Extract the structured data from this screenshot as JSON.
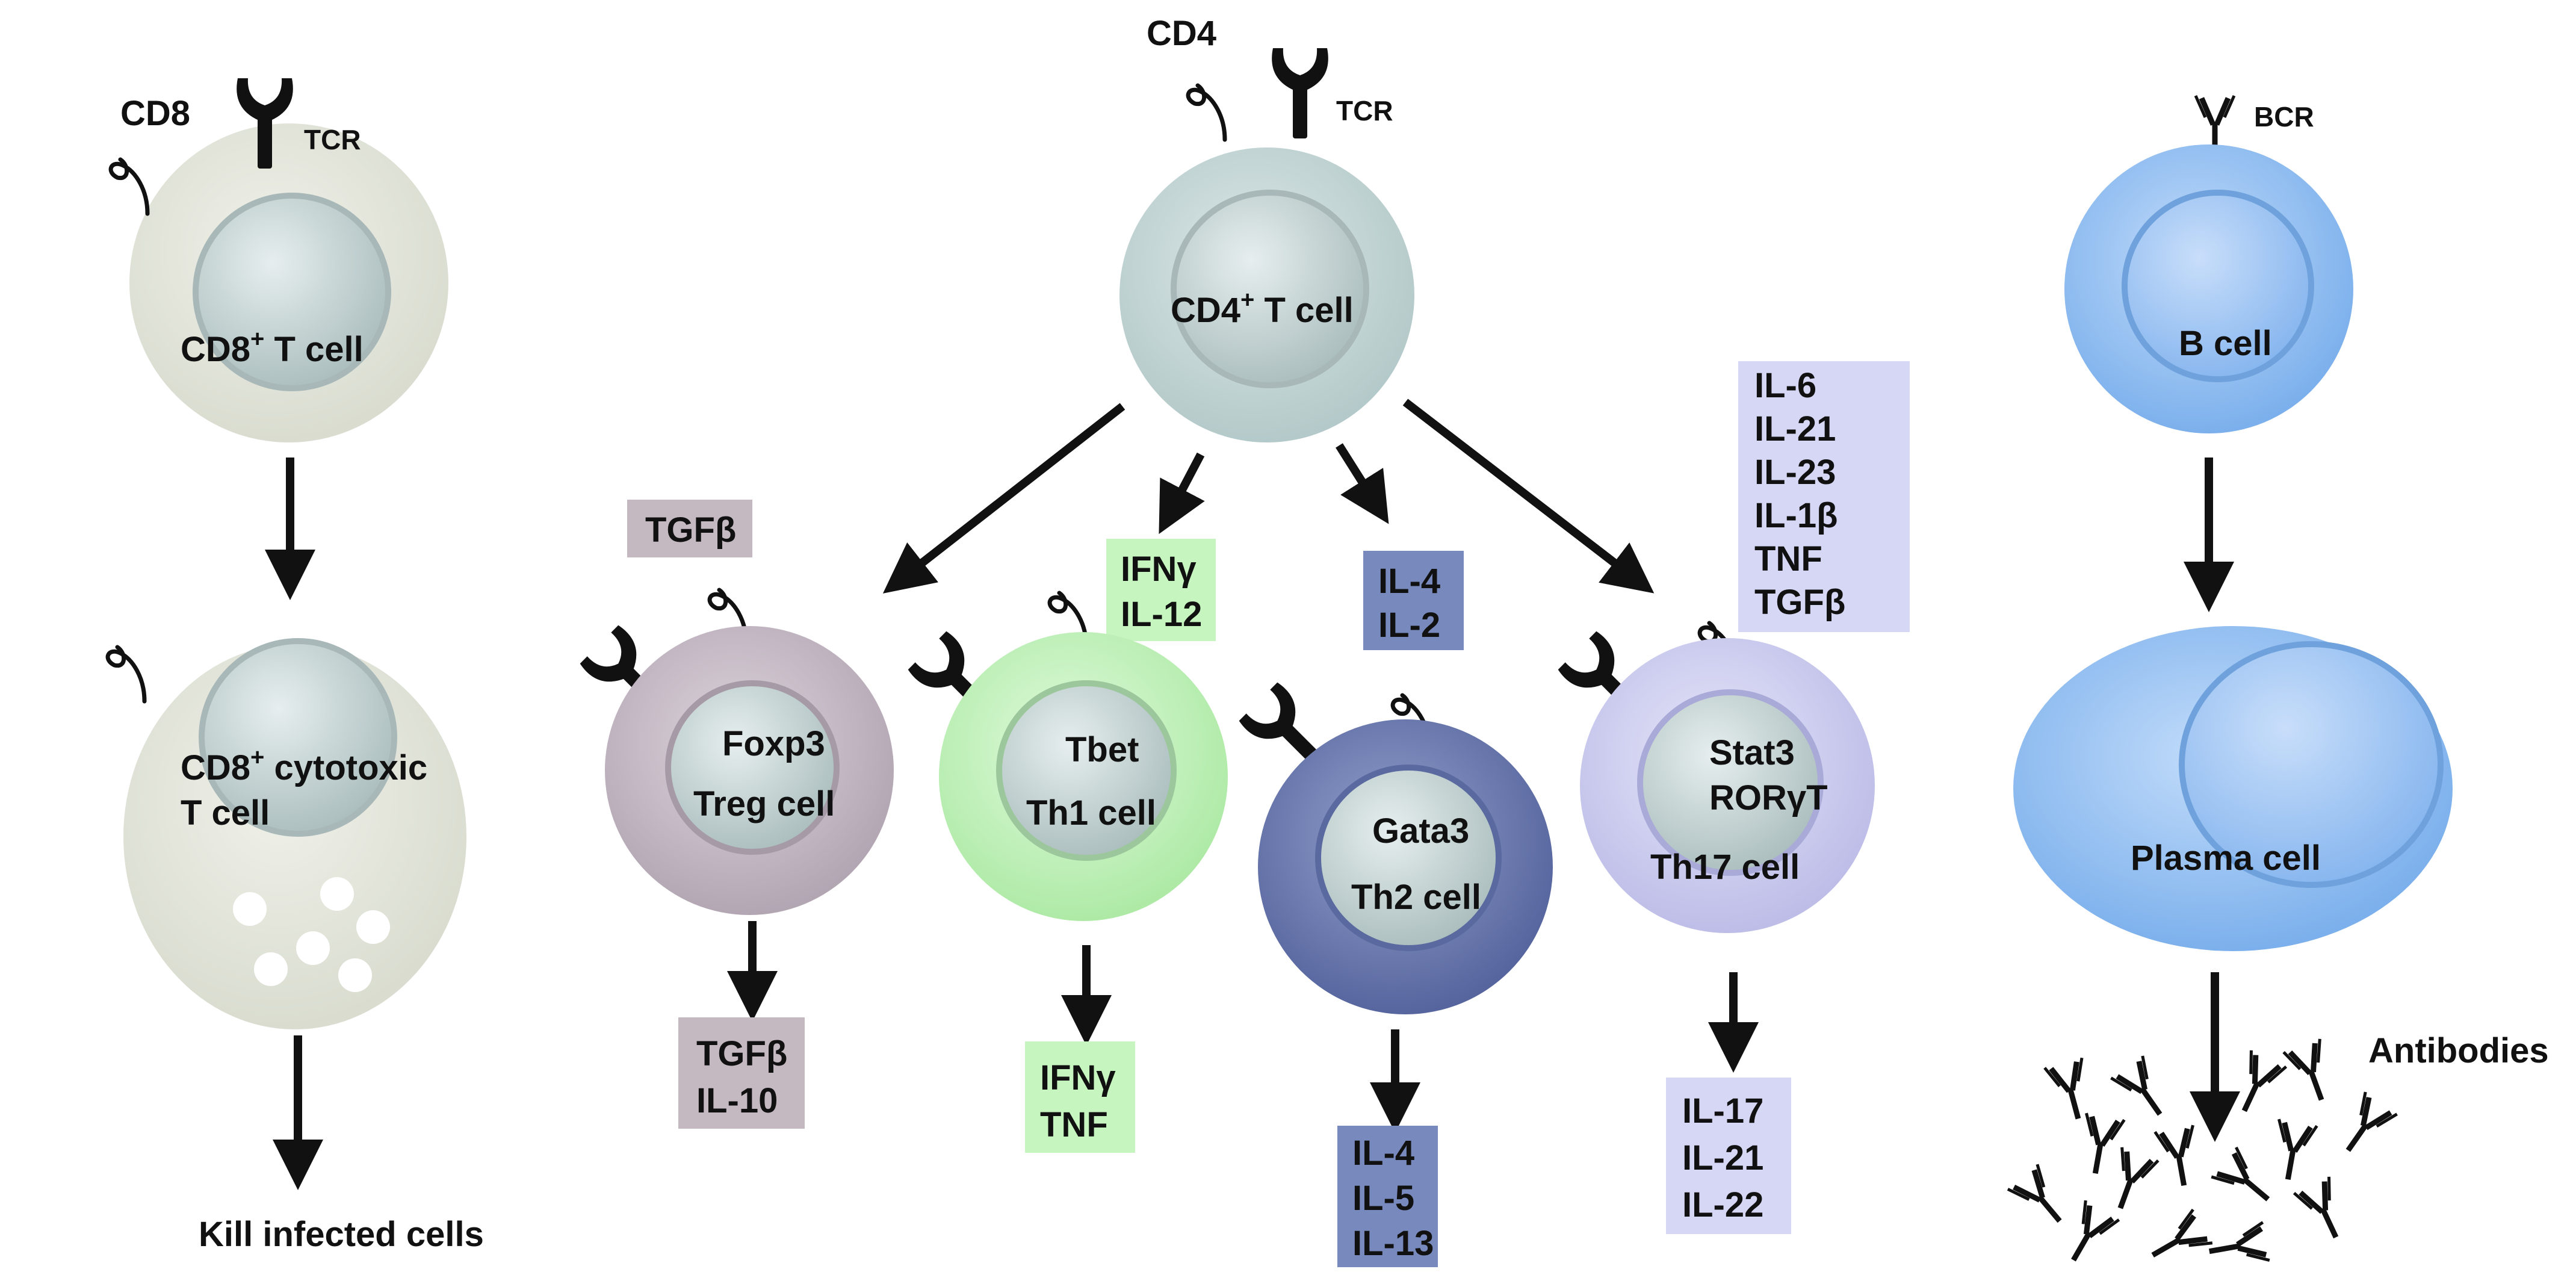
{
  "cells": {
    "cd8_t": {
      "receptor1": "CD8",
      "receptor2": "TCR",
      "line1": "CD8",
      "sup": "+",
      "line2": " T cell"
    },
    "cd8_ctl": {
      "line1": "CD8",
      "sup": "+",
      "line1b": " cytotoxic",
      "line2": "T cell"
    },
    "cd4_t": {
      "receptor1": "CD4",
      "receptor2": "TCR",
      "line1": "CD4",
      "sup": "+",
      "line2": " T cell"
    },
    "treg": {
      "tf": "Foxp3",
      "name": "Treg cell"
    },
    "th1": {
      "tf": "Tbet",
      "name": "Th1 cell"
    },
    "th2": {
      "tf": "Gata3",
      "name": "Th2 cell"
    },
    "th17": {
      "tf1": "Stat3",
      "tf2": "RORγT",
      "name": "Th17 cell"
    },
    "b": {
      "receptor": "BCR",
      "name": "B cell"
    },
    "plasma": {
      "name": "Plasma cell"
    }
  },
  "inducers": {
    "treg": [
      "TGFβ"
    ],
    "th1": [
      "IFNγ",
      "IL-12"
    ],
    "th2": [
      "IL-4",
      "IL-2"
    ],
    "th17": [
      "IL-6",
      "IL-21",
      "IL-23",
      "IL-1β",
      "TNF",
      "TGFβ"
    ]
  },
  "products": {
    "treg": [
      "TGFβ",
      "IL-10"
    ],
    "th1": [
      "IFNγ",
      "TNF"
    ],
    "th2": [
      "IL-4",
      "IL-5",
      "IL-13"
    ],
    "th17": [
      "IL-17",
      "IL-21",
      "IL-22"
    ]
  },
  "outcomes": {
    "cd8": "Kill infected cells",
    "antibodies": "Antibodies"
  },
  "colors": {
    "cd8": "#e4e6dc",
    "cd4": "#c6d8d8",
    "treg": "#c9bfc9",
    "th1": "#c6f2c0",
    "th2": "#6f7fb5",
    "th17": "#d2d2f2",
    "b": "#9fc6f4",
    "box_treg": "#c4b9c1",
    "box_th1": "#c6f5c0",
    "box_th2": "#7889bd",
    "box_th17": "#d6d6f5"
  }
}
